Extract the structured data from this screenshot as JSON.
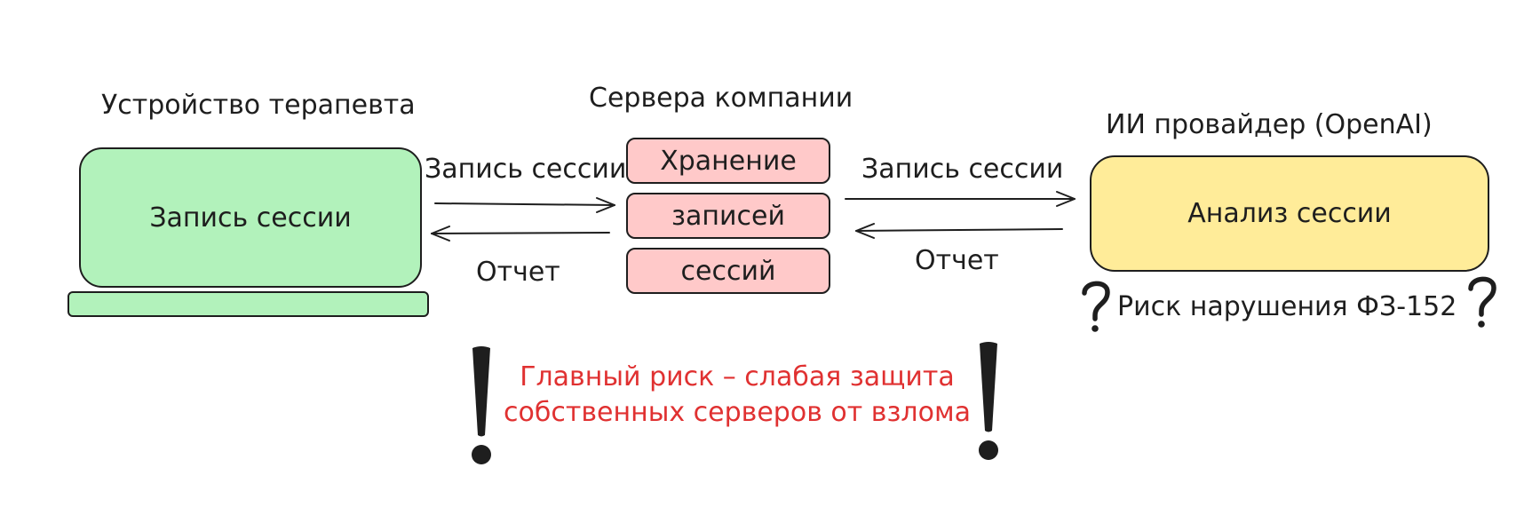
{
  "therapist_device": {
    "title": "Устройство терапевта",
    "screen_label": "Запись сессии",
    "fill_color": "#b2f2bb"
  },
  "company_servers": {
    "title": "Сервера компании",
    "storage_lines": [
      "Хранение",
      "записей",
      "сессий"
    ],
    "fill_color": "#ffc9c9"
  },
  "ai_provider": {
    "title": "ИИ провайдер (OpenAI)",
    "box_label": "Анализ сессии",
    "risk_note": "Риск нарушения ФЗ-152",
    "fill_color": "#ffec99"
  },
  "flows": {
    "device_to_server_label": "Запись сессии",
    "server_to_device_label": "Отчет",
    "server_to_ai_label": "Запись сессии",
    "ai_to_server_label": "Отчет"
  },
  "warning": {
    "line1": "Главный риск – слабая защита",
    "line2": "собственных серверов от взлома",
    "color": "#e03131"
  }
}
